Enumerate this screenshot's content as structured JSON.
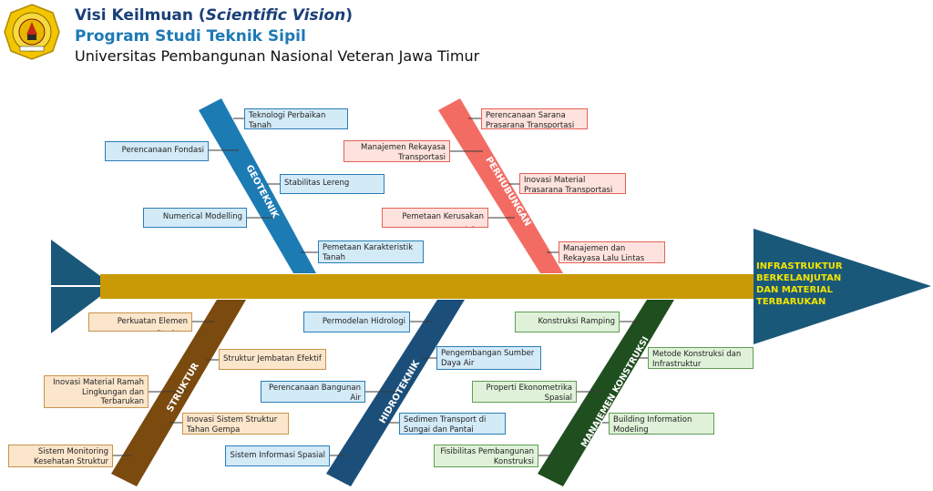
{
  "header": {
    "title_main": "Visi Keilmuan (",
    "title_italic": "Scientific Vision",
    "title_close": ")",
    "program": "Program Studi Teknik Sipil",
    "university": "Universitas Pembangunan Nasional Veteran Jawa Timur"
  },
  "logo": {
    "icon": "university-seal-icon",
    "color": "#f2c500"
  },
  "head_label": "INFRASTRUKTUR BERKELANJUTAN DAN MATERIAL TERBARUKAN",
  "colors": {
    "spine": "#c99a06",
    "head": "#1a587a",
    "geoteknik": "#1d7bb4",
    "perhubungan": "#f26c63",
    "struktur": "#7a4a0e",
    "hidroteknik": "#1b4f7a",
    "manajemen": "#1f4f1f",
    "head_text": "#f2e400"
  },
  "bones": {
    "geoteknik": {
      "label": "GEOTEKNIK",
      "items": [
        "Teknologi Perbaikan Tanah",
        "Perencanaan Fondasi",
        "Stabilitas Lereng",
        "Numerical Modelling",
        "Pemetaan Karakteristik Tanah"
      ]
    },
    "perhubungan": {
      "label": "PERHUBUNGAN",
      "items": [
        "Perencanaan Sarana Prasarana Transportasi",
        "Manajemen Rekayasa Transportasi",
        "Inovasi Material Prasarana Transportasi",
        "Pemetaan Kerusakan Jalan",
        "Manajemen dan Rekayasa Lalu Lintas"
      ]
    },
    "struktur": {
      "label": "STRUKTUR",
      "items": [
        "Perkuatan Elemen Struktur",
        "Struktur Jembatan Efektif",
        "Inovasi Material Ramah Lingkungan dan Terbarukan",
        "Inovasi Sistem Struktur Tahan Gempa",
        "Sistem Monitoring Kesehatan Struktur"
      ]
    },
    "hidroteknik": {
      "label": "HIDROTEKNIK",
      "items": [
        "Permodelan Hidrologi",
        "Pengembangan Sumber Daya Air",
        "Perencanaan Bangunan Air",
        "Sedimen Transport di Sungai dan Pantai",
        "Sistem Informasi Spasial"
      ]
    },
    "manajemen": {
      "label": "MANAJEMEN KONSTRUKSI",
      "items": [
        "Konstruksi Ramping",
        "Metode Konstruksi dan Infrastruktur",
        "Properti Ekonometrika Spasial",
        "Building Information Modeling",
        "Fisibilitas Pembangunan Konstruksi"
      ]
    }
  }
}
